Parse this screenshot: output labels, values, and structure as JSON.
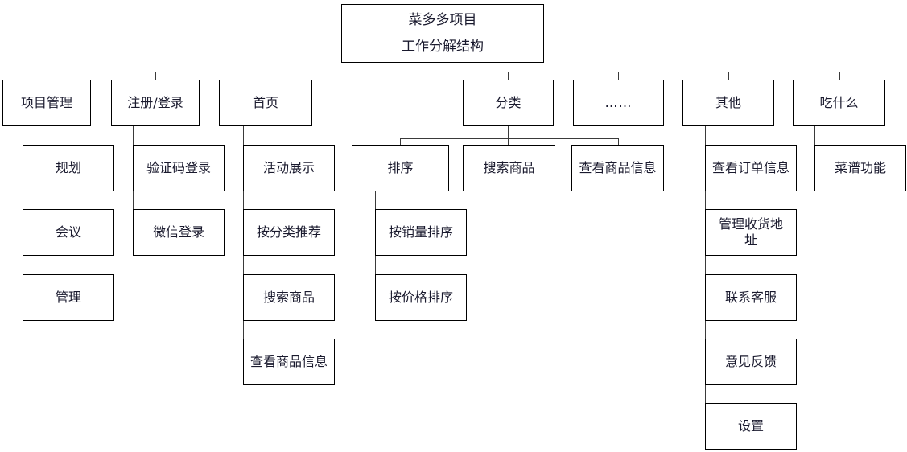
{
  "diagram": {
    "type": "work-breakdown-structure",
    "title": "菜多多项目 工作分解结构",
    "line_color": "#3a3a3a",
    "box_border_color": "#000000",
    "text_color": "#1a1a2e",
    "background": "#ffffff"
  },
  "nodes": {
    "root": "菜多多项目\n工作分解结构",
    "level1": {
      "project_management": "项目管理",
      "register_login": "注册/登录",
      "home": "首页",
      "category": "分类",
      "ellipsis": "……",
      "other": "其他",
      "what_to_eat": "吃什么"
    },
    "project_management_children": {
      "planning": "规划",
      "meeting": "会议",
      "management": "管理"
    },
    "register_login_children": {
      "captcha_login": "验证码登录",
      "wechat_login": "微信登录"
    },
    "home_children": {
      "activity_display": "活动展示",
      "recommend_by_category": "按分类推荐",
      "search_product": "搜索商品",
      "view_product_info": "查看商品信息"
    },
    "category_children": {
      "sort": "排序",
      "search_product": "搜索商品",
      "view_product_info": "查看商品信息"
    },
    "sort_children": {
      "sort_by_sales": "按销量排序",
      "sort_by_price": "按价格排序"
    },
    "other_children": {
      "view_order_info": "查看订单信息",
      "manage_address": "管理收货地\n址",
      "contact_service": "联系客服",
      "feedback": "意见反馈",
      "settings": "设置"
    },
    "what_to_eat_children": {
      "recipe_feature": "菜谱功能"
    }
  }
}
